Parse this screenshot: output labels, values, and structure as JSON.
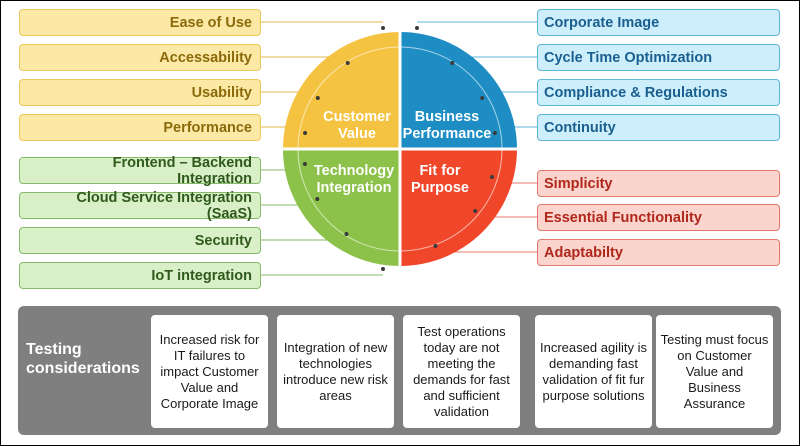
{
  "left_items": [
    {
      "label": "Ease of Use",
      "color": "yellow"
    },
    {
      "label": "Accessability",
      "color": "yellow"
    },
    {
      "label": "Usability",
      "color": "yellow"
    },
    {
      "label": "Performance",
      "color": "yellow"
    },
    {
      "label": "Frontend – Backend Integration",
      "color": "green"
    },
    {
      "label": "Cloud Service Integration (SaaS)",
      "color": "green"
    },
    {
      "label": "Security",
      "color": "green"
    },
    {
      "label": "IoT integration",
      "color": "green"
    }
  ],
  "right_items": [
    {
      "label": "Corporate Image",
      "color": "blue"
    },
    {
      "label": "Cycle Time Optimization",
      "color": "blue"
    },
    {
      "label": "Compliance & Regulations",
      "color": "blue"
    },
    {
      "label": "Continuity",
      "color": "blue"
    },
    {
      "label": "Simplicity",
      "color": "red"
    },
    {
      "label": "Essential Functionality",
      "color": "red"
    },
    {
      "label": "Adaptabilty",
      "color": "red"
    }
  ],
  "wheel": {
    "customer_value": {
      "line1": "Customer",
      "line2": "Value",
      "color": "#f5c342"
    },
    "business_performance": {
      "line1": "Business",
      "line2": "Performance",
      "color": "#1d8dc4"
    },
    "technology_integration": {
      "line1": "Technology",
      "line2": "Integration",
      "color": "#8cc24a"
    },
    "fit_for_purpose": {
      "line1": "Fit for",
      "line2": "Purpose",
      "color": "#f0472b"
    }
  },
  "testing": {
    "title": "Testing considerations",
    "cards": [
      "Increased risk for IT failures to impact Customer Value and Corporate Image",
      "Integration of new technologies introduce new risk areas",
      "Test operations today are not meeting the demands for fast and sufficient validation",
      "Increased agility is demanding fast validation of fit fur purpose solutions",
      "Testing must focus on Customer Value and Business Assurance"
    ]
  }
}
